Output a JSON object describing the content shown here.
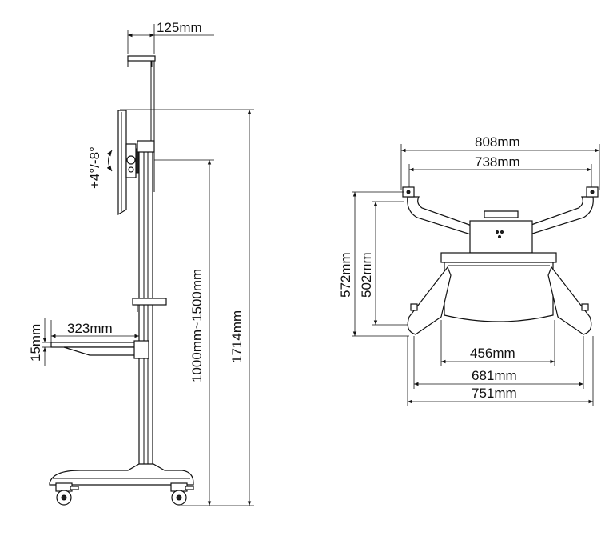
{
  "colors": {
    "line": "#111111",
    "background": "#ffffff"
  },
  "side_view": {
    "top_width": "125mm",
    "tilt": "+4°/-8°",
    "height_range": "1000mm~1500mm",
    "total_height": "1714mm",
    "shelf_depth": "323mm",
    "shelf_thickness": "15mm"
  },
  "top_view": {
    "outer_width": "808mm",
    "inner_width": "738mm",
    "outer_depth": "572mm",
    "inner_depth": "502mm",
    "wheel_inner": "456mm",
    "wheel_mid": "681mm",
    "wheel_outer": "751mm"
  }
}
